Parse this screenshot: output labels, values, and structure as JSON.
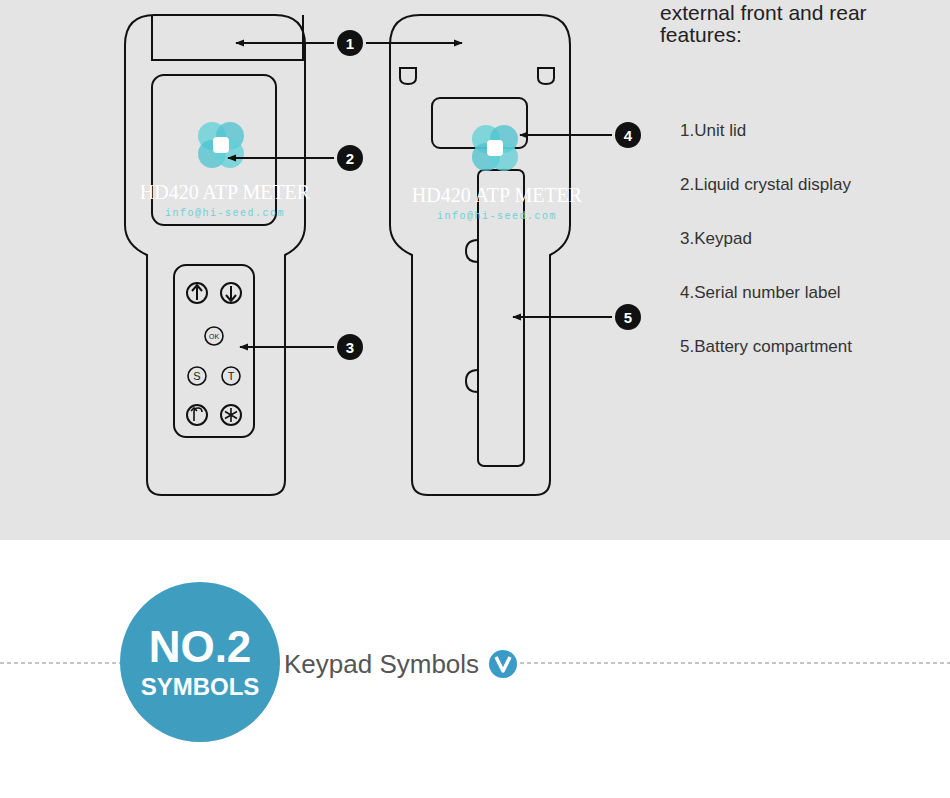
{
  "diagram": {
    "nodes": [
      {
        "text": [
          "1"
        ]
      },
      {
        "text": [
          "2"
        ]
      },
      {
        "text": [
          "3"
        ]
      },
      {
        "text": [
          "4"
        ]
      },
      {
        "text": [
          "5"
        ]
      },
      {
        "text": [
          "OK"
        ]
      },
      {
        "text": [
          "S"
        ]
      },
      {
        "text": [
          "T"
        ]
      },
      {
        "text": [
          "NO.2",
          "SYMBOLS"
        ]
      }
    ],
    "labels": [
      "external front and rear features:",
      "HD420 ATP METER",
      "info@hi-seed.com",
      "HD420 ATP METER",
      "info@hi-seed.com",
      "1.Unit lid",
      "2.Liquid crystal display",
      "3.Keypad",
      "4.Serial number label",
      "5.Battery compartment",
      "Keypad Symbols"
    ]
  }
}
